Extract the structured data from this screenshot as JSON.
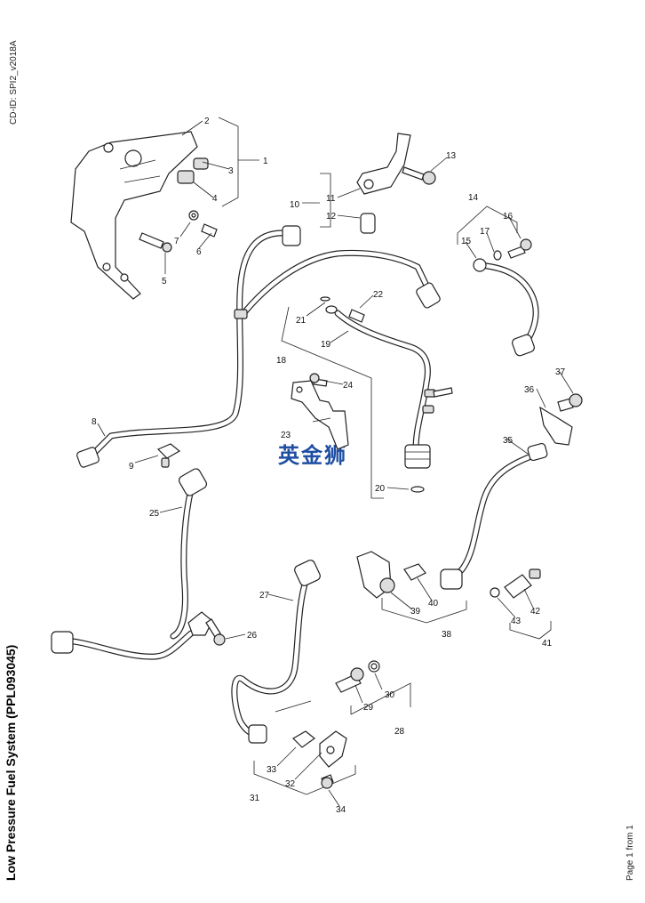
{
  "header": {
    "cd_id": "CD-ID: SPI2_v2018A"
  },
  "footer": {
    "title": "Low Pressure Fuel System (PPL093045)",
    "page_info": "Page 1 from 1"
  },
  "watermark": {
    "text": "英金狮",
    "color": "#1f4fa3"
  },
  "callouts": [
    "1",
    "2",
    "3",
    "4",
    "5",
    "6",
    "7",
    "8",
    "9",
    "10",
    "11",
    "12",
    "13",
    "14",
    "15",
    "16",
    "17",
    "18",
    "19",
    "20",
    "21",
    "22",
    "23",
    "24",
    "25",
    "26",
    "27",
    "28",
    "29",
    "30",
    "31",
    "32",
    "33",
    "34",
    "35",
    "36",
    "37",
    "38",
    "39",
    "40",
    "41",
    "42",
    "43"
  ]
}
